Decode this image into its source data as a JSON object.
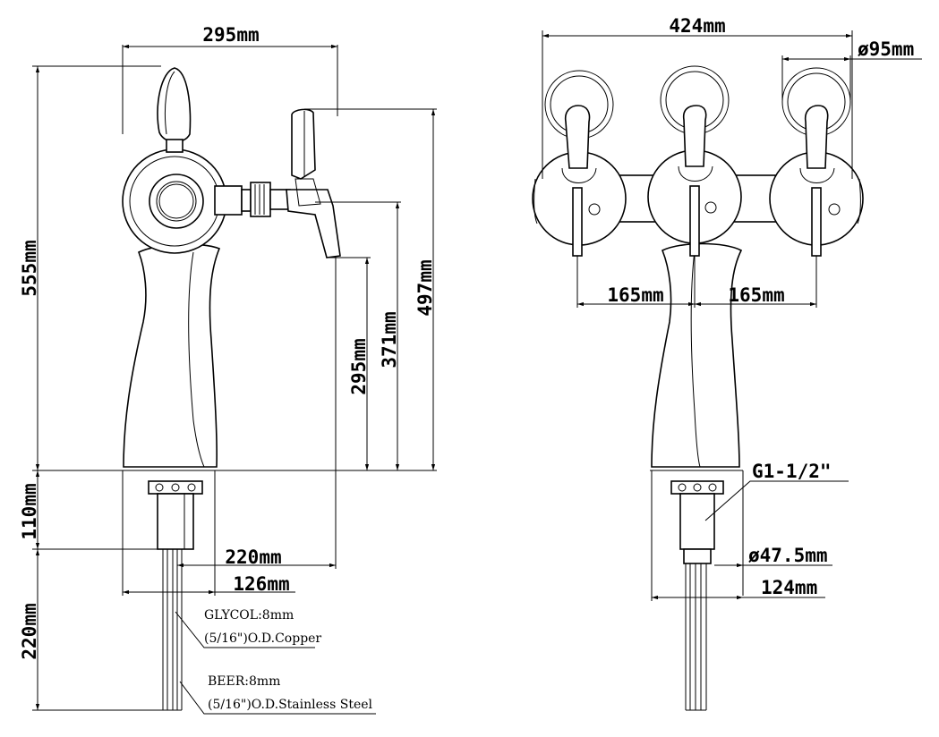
{
  "side_view": {
    "width_top": "295mm",
    "height_total": "555mm",
    "height_to_spout_top": "497mm",
    "height_to_spout": "371mm",
    "height_to_body_top": "295mm",
    "shank_length": "110mm",
    "pipe_length": "220mm",
    "base_offset": "220mm",
    "base_width": "126mm",
    "glycol_line1": "GLYCOL:8mm",
    "glycol_line2": "(5/16\")O.D.Copper",
    "beer_line1": "BEER:8mm",
    "beer_line2": "(5/16\")O.D.Stainless Steel"
  },
  "front_view": {
    "width_total": "424mm",
    "ball_diameter": "ø95mm",
    "tap_spacing_left": "165mm",
    "tap_spacing_right": "165mm",
    "thread": "G1-1/2\"",
    "shank_diameter": "ø47.5mm",
    "base_width": "124mm"
  }
}
